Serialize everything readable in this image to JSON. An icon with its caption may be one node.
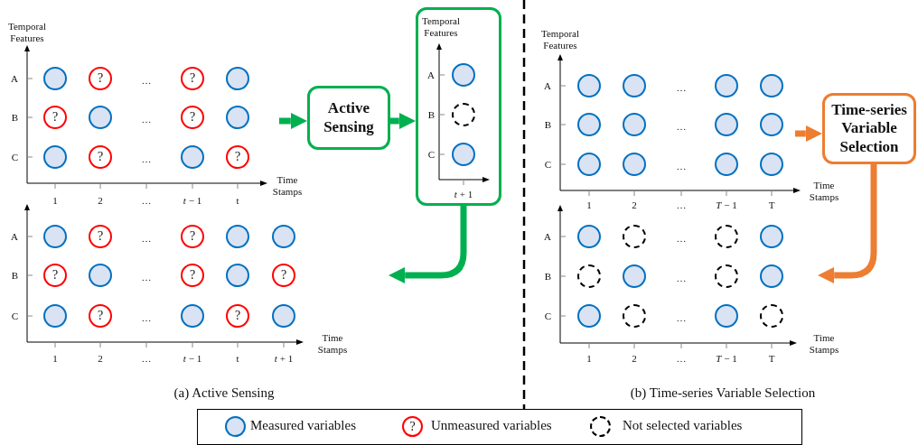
{
  "diagram": {
    "nodes": [
      {
        "text": [],
        "shape": "circle"
      },
      {
        "text": [
          "?"
        ]
      },
      {
        "text": [
          "?"
        ]
      },
      {
        "text": [],
        "shape": "circle"
      },
      {
        "text": [
          "?"
        ]
      },
      {
        "text": [],
        "shape": "circle"
      },
      {
        "text": [
          "?"
        ]
      },
      {
        "text": [],
        "shape": "circle"
      },
      {
        "text": [],
        "shape": "circle"
      },
      {
        "text": [
          "?"
        ]
      },
      {
        "text": [],
        "shape": "circle"
      },
      {
        "text": [
          "?"
        ]
      },
      {
        "text": [
          "Active Sensing"
        ]
      },
      {
        "text": [
          "Temporal Features",
          "A",
          "B",
          "C",
          "*t* + 1"
        ]
      },
      {
        "text": [],
        "shape": "circle",
        "in": 13
      },
      {
        "text": [],
        "shape": "ring",
        "in": 13
      },
      {
        "text": [],
        "shape": "circle",
        "in": 13
      },
      {
        "text": [],
        "shape": "circle"
      },
      {
        "text": [],
        "shape": "circle"
      },
      {
        "text": [],
        "shape": "circle"
      },
      {
        "text": [],
        "shape": "circle"
      },
      {
        "text": [],
        "shape": "circle"
      },
      {
        "text": [],
        "shape": "circle"
      },
      {
        "text": [],
        "shape": "circle"
      },
      {
        "text": [],
        "shape": "circle"
      },
      {
        "text": [],
        "shape": "circle"
      },
      {
        "text": [],
        "shape": "circle"
      },
      {
        "text": [],
        "shape": "circle"
      },
      {
        "text": [],
        "shape": "circle"
      },
      {
        "text": [
          "Time-series Variable Selection"
        ]
      },
      {
        "text": [],
        "shape": "circle"
      },
      {
        "text": [
          "?"
        ]
      },
      {
        "text": [
          "?"
        ]
      },
      {
        "text": [],
        "shape": "circle"
      },
      {
        "text": [],
        "shape": "circle"
      },
      {
        "text": [
          "?"
        ]
      },
      {
        "text": [],
        "shape": "circle"
      },
      {
        "text": [
          "?"
        ]
      },
      {
        "text": [],
        "shape": "circle"
      },
      {
        "text": [
          "?"
        ]
      },
      {
        "text": [],
        "shape": "circle"
      },
      {
        "text": [
          "?"
        ]
      },
      {
        "text": [],
        "shape": "circle"
      },
      {
        "text": [
          "?"
        ]
      },
      {
        "text": [],
        "shape": "circle"
      },
      {
        "text": [],
        "shape": "circle"
      },
      {
        "text": [],
        "shape": "ring"
      },
      {
        "text": [],
        "shape": "ring"
      },
      {
        "text": [],
        "shape": "circle"
      },
      {
        "text": [],
        "shape": "ring"
      },
      {
        "text": [],
        "shape": "circle"
      },
      {
        "text": [],
        "shape": "ring"
      },
      {
        "text": [],
        "shape": "circle"
      },
      {
        "text": [],
        "shape": "circle"
      },
      {
        "text": [],
        "shape": "ring"
      },
      {
        "text": [],
        "shape": "circle"
      },
      {
        "text": [],
        "shape": "ring"
      }
    ],
    "edges": [
      {
        "from": null,
        "to": 12,
        "arrow": "to"
      },
      {
        "from": 12,
        "to": 13,
        "arrow": "to"
      },
      {
        "from": 13,
        "to": null,
        "arrow": "to"
      },
      {
        "from": null,
        "to": 29,
        "arrow": "to",
        "color": "#ed7d31"
      },
      {
        "from": 29,
        "to": null,
        "arrow": "to",
        "color": "#ed7d31"
      }
    ],
    "labels": [
      "Temporal Features",
      "A",
      "…",
      "B",
      "…",
      "C",
      "…",
      "Time Stamps",
      "1",
      "2",
      "…",
      "*t* − 1",
      "t",
      "Temporal Features",
      "A",
      "…",
      "B",
      "…",
      "C",
      "…",
      "Time Stamps",
      "1",
      "2",
      "…",
      "*T* − 1",
      "T",
      "A",
      "…",
      "B",
      "…",
      "C",
      "…",
      "Time Stamps",
      "1",
      "2",
      "…",
      "*t* − 1",
      "t",
      "*t* + 1",
      "A",
      "…",
      "B",
      "…",
      "C",
      "…",
      "Time Stamps",
      "1",
      "2",
      "…",
      "*T* − 1",
      "T",
      "(a) Active Sensing",
      "(b) Time-series Variable Selection",
      "?"
    ],
    "legend": [
      {
        "text": "Measured variables"
      },
      {
        "text": "Unmeasured variables"
      },
      {
        "text": "Not selected variables"
      }
    ]
  }
}
